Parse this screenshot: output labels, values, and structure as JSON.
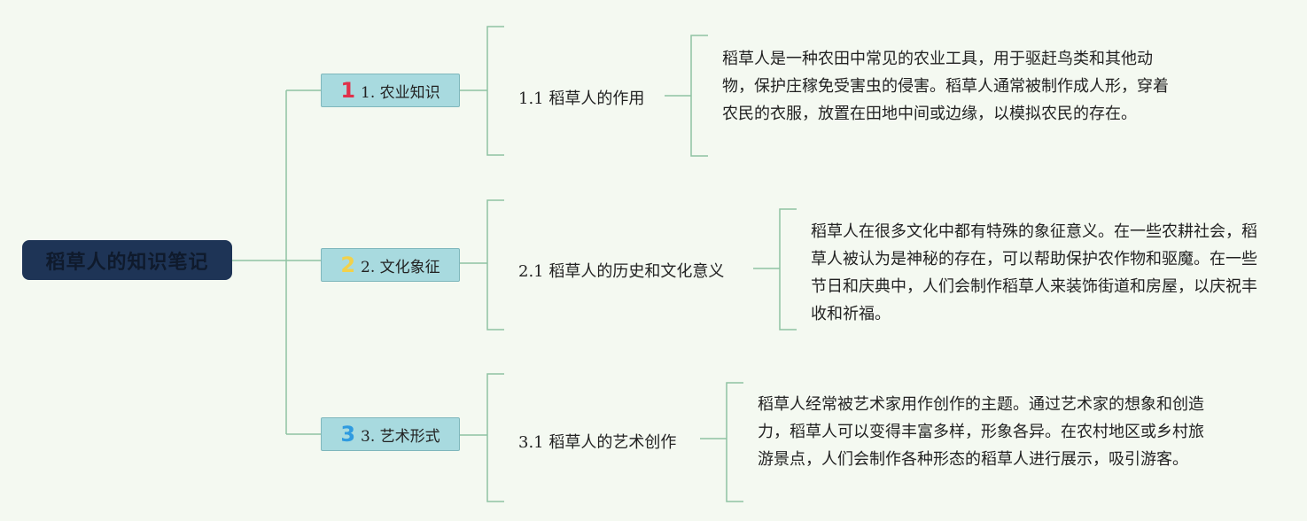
{
  "root": {
    "title": "稻草人的知识笔记"
  },
  "colors": {
    "background": "#f4f9f1",
    "root_fill": "#1e3456",
    "topic_fill": "#a8dadf",
    "connector": "#8fc3a3",
    "badge_1": "#e0304a",
    "badge_2": "#f2d14a",
    "badge_3": "#2f9be0"
  },
  "topics": [
    {
      "badge": "1",
      "label": "1. 农业知识",
      "subtopic": "1.1 稻草人的作用",
      "detail": "稻草人是一种农田中常见的农业工具，用于驱赶鸟类和其他动物，保护庄稼免受害虫的侵害。稻草人通常被制作成人形，穿着农民的衣服，放置在田地中间或边缘，以模拟农民的存在。"
    },
    {
      "badge": "2",
      "label": "2. 文化象征",
      "subtopic": "2.1 稻草人的历史和文化意义",
      "detail": "稻草人在很多文化中都有特殊的象征意义。在一些农耕社会，稻草人被认为是神秘的存在，可以帮助保护农作物和驱魔。在一些节日和庆典中，人们会制作稻草人来装饰街道和房屋，以庆祝丰收和祈福。"
    },
    {
      "badge": "3",
      "label": "3. 艺术形式",
      "subtopic": "3.1 稻草人的艺术创作",
      "detail": "稻草人经常被艺术家用作创作的主题。通过艺术家的想象和创造力，稻草人可以变得丰富多样，形象各异。在农村地区或乡村旅游景点，人们会制作各种形态的稻草人进行展示，吸引游客。"
    }
  ]
}
